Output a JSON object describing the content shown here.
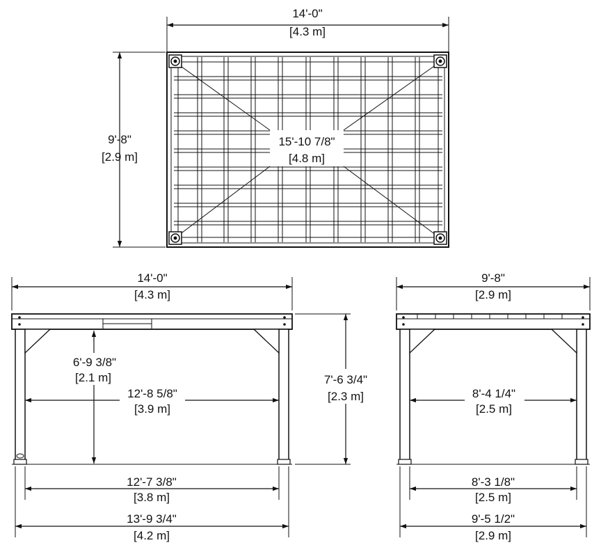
{
  "top_view": {
    "width_ft": "14'-0\"",
    "width_m": "[4.3 m]",
    "depth_ft": "9'-8\"",
    "depth_m": "[2.9 m]",
    "diagonal_ft": "15'-10 7/8\"",
    "diagonal_m": "[4.8 m]"
  },
  "front_view": {
    "overall_width_ft": "14'-0\"",
    "overall_width_m": "[4.3 m]",
    "clearance_height_ft": "6'-9 3/8\"",
    "clearance_height_m": "[2.1 m]",
    "inner_span_ft": "12'-8 5/8\"",
    "inner_span_m": "[3.9 m]",
    "total_height_ft": "7'-6 3/4\"",
    "total_height_m": "[2.3 m]",
    "base_inner_ft": "12'-7 3/8\"",
    "base_inner_m": "[3.8 m]",
    "base_outer_ft": "13'-9 3/4\"",
    "base_outer_m": "[4.2 m]"
  },
  "side_view": {
    "overall_width_ft": "9'-8\"",
    "overall_width_m": "[2.9 m]",
    "inner_span_ft": "8'-4 1/4\"",
    "inner_span_m": "[2.5 m]",
    "base_inner_ft": "8'-3 1/8\"",
    "base_inner_m": "[2.5 m]",
    "base_outer_ft": "9'-5 1/2\"",
    "base_outer_m": "[2.9 m]"
  }
}
